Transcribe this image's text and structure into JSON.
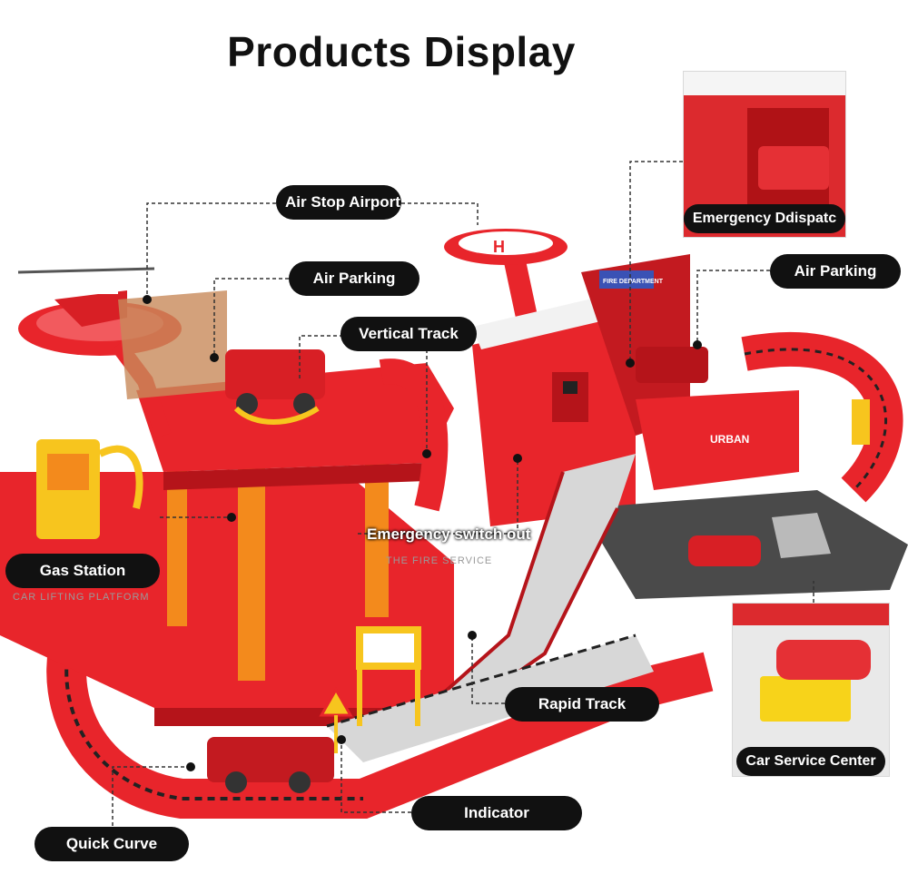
{
  "page": {
    "title": "Products Display"
  },
  "labels": {
    "air_stop_airport": "Air Stop Airport",
    "air_parking_left": "Air Parking",
    "vertical_track": "Vertical Track",
    "emergency_dispatch": "Emergency Ddispatc",
    "air_parking_right": "Air Parking",
    "emergency_switch_out": "Emergency switch out",
    "gas_station": "Gas Station",
    "rapid_track": "Rapid Track",
    "car_service_center": "Car Service Center",
    "indicator": "Indicator",
    "quick_curve": "Quick Curve"
  },
  "printed_text": {
    "fire_service": "THE FIRE SERVICE",
    "car_lifting_platform": "CAR LIFTING PLATFORM",
    "urban": "URBAN",
    "fire_department": "FIRE DEPARTMENT",
    "helipad_letter": "H"
  },
  "colors": {
    "toy_red": "#e8252b",
    "toy_dark_red": "#b5141a",
    "toy_yellow": "#f7c51e",
    "toy_orange": "#f38a1c",
    "track_gray": "#d7d7d7",
    "road_dark": "#4a4a4a",
    "label_bg": "#111111"
  }
}
